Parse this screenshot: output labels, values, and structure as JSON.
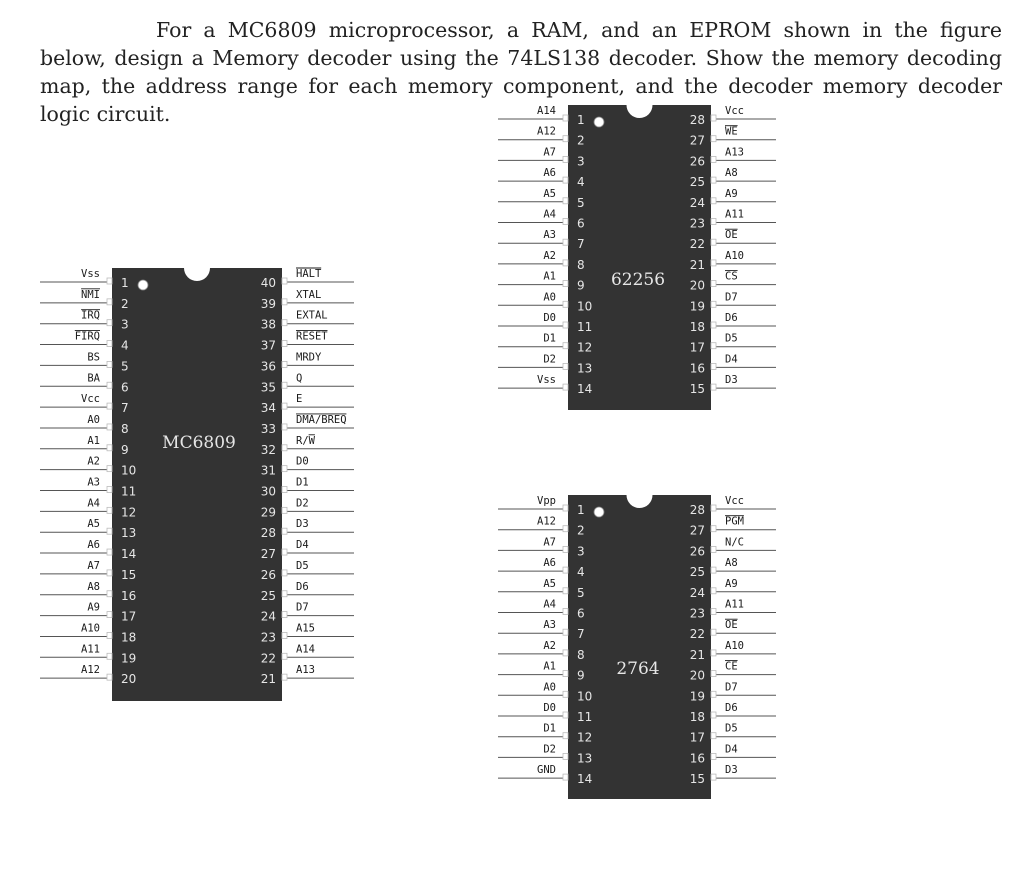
{
  "problem_text": "For a MC6809 microprocessor, a RAM, and an EPROM shown in the figure below, design a Memory decoder using the 74LS138 decoder. Show the memory decoding map, the address range for each memory component, and the decoder memory decoder logic circuit.",
  "chips": [
    {
      "label": "MC6809",
      "pins_per_side": 20,
      "left": [
        {
          "num": "1",
          "name": "Vss"
        },
        {
          "num": "2",
          "name": "NMI",
          "bar": true
        },
        {
          "num": "3",
          "name": "IRQ",
          "bar": true
        },
        {
          "num": "4",
          "name": "FIRQ",
          "bar": true
        },
        {
          "num": "5",
          "name": "BS"
        },
        {
          "num": "6",
          "name": "BA"
        },
        {
          "num": "7",
          "name": "Vcc"
        },
        {
          "num": "8",
          "name": "A0"
        },
        {
          "num": "9",
          "name": "A1"
        },
        {
          "num": "10",
          "name": "A2"
        },
        {
          "num": "11",
          "name": "A3"
        },
        {
          "num": "12",
          "name": "A4"
        },
        {
          "num": "13",
          "name": "A5"
        },
        {
          "num": "14",
          "name": "A6"
        },
        {
          "num": "15",
          "name": "A7"
        },
        {
          "num": "16",
          "name": "A8"
        },
        {
          "num": "17",
          "name": "A9"
        },
        {
          "num": "18",
          "name": "A10"
        },
        {
          "num": "19",
          "name": "A11"
        },
        {
          "num": "20",
          "name": "A12"
        }
      ],
      "right": [
        {
          "num": "40",
          "name": "HALT",
          "bar": true
        },
        {
          "num": "39",
          "name": "XTAL"
        },
        {
          "num": "38",
          "name": "EXTAL"
        },
        {
          "num": "37",
          "name": "RESET",
          "bar": true
        },
        {
          "num": "36",
          "name": "MRDY"
        },
        {
          "num": "35",
          "name": "Q"
        },
        {
          "num": "34",
          "name": "E"
        },
        {
          "num": "33",
          "name": "DMA/BREQ",
          "bar": true
        },
        {
          "num": "32",
          "name": "R/W",
          "bar_part": "W"
        },
        {
          "num": "31",
          "name": "D0"
        },
        {
          "num": "30",
          "name": "D1"
        },
        {
          "num": "29",
          "name": "D2"
        },
        {
          "num": "28",
          "name": "D3"
        },
        {
          "num": "27",
          "name": "D4"
        },
        {
          "num": "26",
          "name": "D5"
        },
        {
          "num": "25",
          "name": "D6"
        },
        {
          "num": "24",
          "name": "D7"
        },
        {
          "num": "23",
          "name": "A15"
        },
        {
          "num": "22",
          "name": "A14"
        },
        {
          "num": "21",
          "name": "A13"
        }
      ]
    },
    {
      "label": "62256",
      "pins_per_side": 14,
      "left": [
        {
          "num": "1",
          "name": "A14"
        },
        {
          "num": "2",
          "name": "A12"
        },
        {
          "num": "3",
          "name": "A7"
        },
        {
          "num": "4",
          "name": "A6"
        },
        {
          "num": "5",
          "name": "A5"
        },
        {
          "num": "6",
          "name": "A4"
        },
        {
          "num": "7",
          "name": "A3"
        },
        {
          "num": "8",
          "name": "A2"
        },
        {
          "num": "9",
          "name": "A1"
        },
        {
          "num": "10",
          "name": "A0"
        },
        {
          "num": "11",
          "name": "D0"
        },
        {
          "num": "12",
          "name": "D1"
        },
        {
          "num": "13",
          "name": "D2"
        },
        {
          "num": "14",
          "name": "Vss"
        }
      ],
      "right": [
        {
          "num": "28",
          "name": "Vcc"
        },
        {
          "num": "27",
          "name": "WE",
          "bar": true
        },
        {
          "num": "26",
          "name": "A13"
        },
        {
          "num": "25",
          "name": "A8"
        },
        {
          "num": "24",
          "name": "A9"
        },
        {
          "num": "23",
          "name": "A11"
        },
        {
          "num": "22",
          "name": "OE",
          "bar": true
        },
        {
          "num": "21",
          "name": "A10"
        },
        {
          "num": "20",
          "name": "CS",
          "bar": true
        },
        {
          "num": "19",
          "name": "D7"
        },
        {
          "num": "18",
          "name": "D6"
        },
        {
          "num": "17",
          "name": "D5"
        },
        {
          "num": "16",
          "name": "D4"
        },
        {
          "num": "15",
          "name": "D3"
        }
      ]
    },
    {
      "label": "2764",
      "pins_per_side": 14,
      "left": [
        {
          "num": "1",
          "name": "Vpp"
        },
        {
          "num": "2",
          "name": "A12"
        },
        {
          "num": "3",
          "name": "A7"
        },
        {
          "num": "4",
          "name": "A6"
        },
        {
          "num": "5",
          "name": "A5"
        },
        {
          "num": "6",
          "name": "A4"
        },
        {
          "num": "7",
          "name": "A3"
        },
        {
          "num": "8",
          "name": "A2"
        },
        {
          "num": "9",
          "name": "A1"
        },
        {
          "num": "10",
          "name": "A0"
        },
        {
          "num": "11",
          "name": "D0"
        },
        {
          "num": "12",
          "name": "D1"
        },
        {
          "num": "13",
          "name": "D2"
        },
        {
          "num": "14",
          "name": "GND"
        }
      ],
      "right": [
        {
          "num": "28",
          "name": "Vcc"
        },
        {
          "num": "27",
          "name": "PGM",
          "bar": true
        },
        {
          "num": "26",
          "name": "N/C"
        },
        {
          "num": "25",
          "name": "A8"
        },
        {
          "num": "24",
          "name": "A9"
        },
        {
          "num": "23",
          "name": "A11"
        },
        {
          "num": "22",
          "name": "OE",
          "bar": true
        },
        {
          "num": "21",
          "name": "A10"
        },
        {
          "num": "20",
          "name": "CE",
          "bar": true
        },
        {
          "num": "19",
          "name": "D7"
        },
        {
          "num": "18",
          "name": "D6"
        },
        {
          "num": "17",
          "name": "D5"
        },
        {
          "num": "16",
          "name": "D4"
        },
        {
          "num": "15",
          "name": "D3"
        }
      ]
    }
  ]
}
